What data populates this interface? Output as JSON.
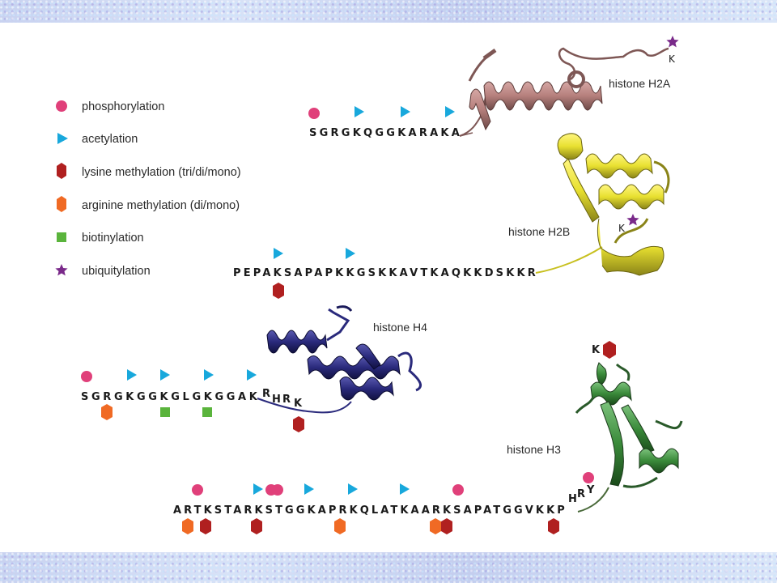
{
  "legend": [
    {
      "label": "phosphorylation",
      "shape": "circle",
      "color": "#e0407a"
    },
    {
      "label": "acetylation",
      "shape": "triangle",
      "color": "#18a8dc"
    },
    {
      "label": "lysine methylation (tri/di/mono)",
      "shape": "hexagon",
      "color": "#b02020"
    },
    {
      "label": "arginine methylation (di/mono)",
      "shape": "hexagon",
      "color": "#f06a24"
    },
    {
      "label": "biotinylation",
      "shape": "square",
      "color": "#5ab43c"
    },
    {
      "label": "ubiquitylation",
      "shape": "star",
      "color": "#7a2a8a"
    }
  ],
  "histones": {
    "h2a": {
      "name": "histone H2A",
      "sequence": "SGRGKQGGKARAKA",
      "tail_residue": "K",
      "ribbon_color": "#b57f7c"
    },
    "h2b": {
      "name": "histone H2B",
      "sequence": "PEPAKSAPAPKKGSKKAVTKAQKKDSKKR",
      "tail_residue": "K",
      "ribbon_color": "#e8e030"
    },
    "h4": {
      "name": "histone H4",
      "sequence": "SGRGKGGKGLGKGGAK",
      "tail_letters": [
        "R",
        "H",
        "R",
        "K"
      ],
      "ribbon_color": "#2a2a7c"
    },
    "h3": {
      "name": "histone H3",
      "sequence": "ARTKSTARKSTGGKAPRKQLATKAARKSAPATGGVKKP",
      "tail_letters": [
        "H",
        "R",
        "Y"
      ],
      "tail_residue": "K",
      "ribbon_color": "#3a8a3a"
    }
  }
}
